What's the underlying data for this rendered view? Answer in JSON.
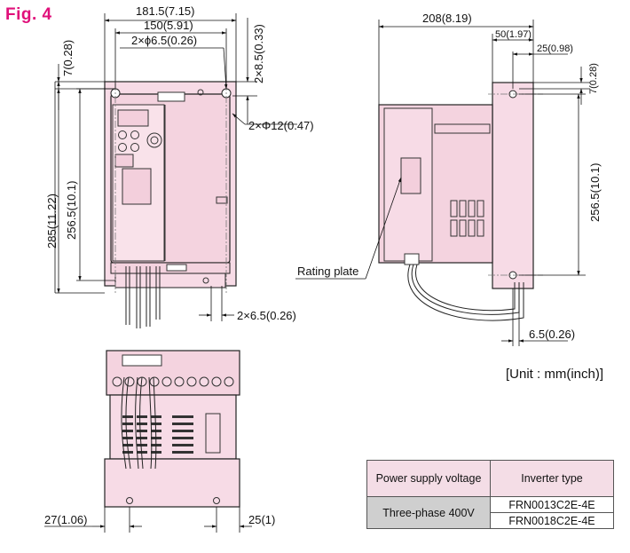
{
  "figure": {
    "title": "Fig. 4"
  },
  "front_view": {
    "width_overall": "181.5(7.15)",
    "width_holes": "150(5.91)",
    "hole_diameter": "2×ϕ6.5(0.26)",
    "top_offset_right": "2×8.5(0.33)",
    "top_offset_left": "7(0.28)",
    "height_overall": "285(11.22)",
    "height_holes": "256.5(10.1)",
    "big_hole": "2×Φ12(0.47)",
    "bottom_slots": "2×6.5(0.26)"
  },
  "side_view": {
    "depth_overall": "208(8.19)",
    "depth_front": "50(1.97)",
    "depth_flange": "25(0.98)",
    "top_offset": "7(0.28)",
    "height_holes": "256.5(10.1)",
    "rating_plate": "Rating plate",
    "flange_thickness": "6.5(0.26)"
  },
  "bottom_view": {
    "left_offset": "27(1.06)",
    "right_offset": "25(1)"
  },
  "unit_note": "[Unit : mm(inch)]",
  "spec_table": {
    "headers": [
      "Power supply voltage",
      "Inverter type"
    ],
    "voltage": "Three-phase 400V",
    "types": [
      "FRN0013C2E-4E",
      "FRN0018C2E-4E"
    ]
  },
  "colors": {
    "accent": "#e0107a",
    "body": "#f7dbe6",
    "outline": "#222222"
  }
}
